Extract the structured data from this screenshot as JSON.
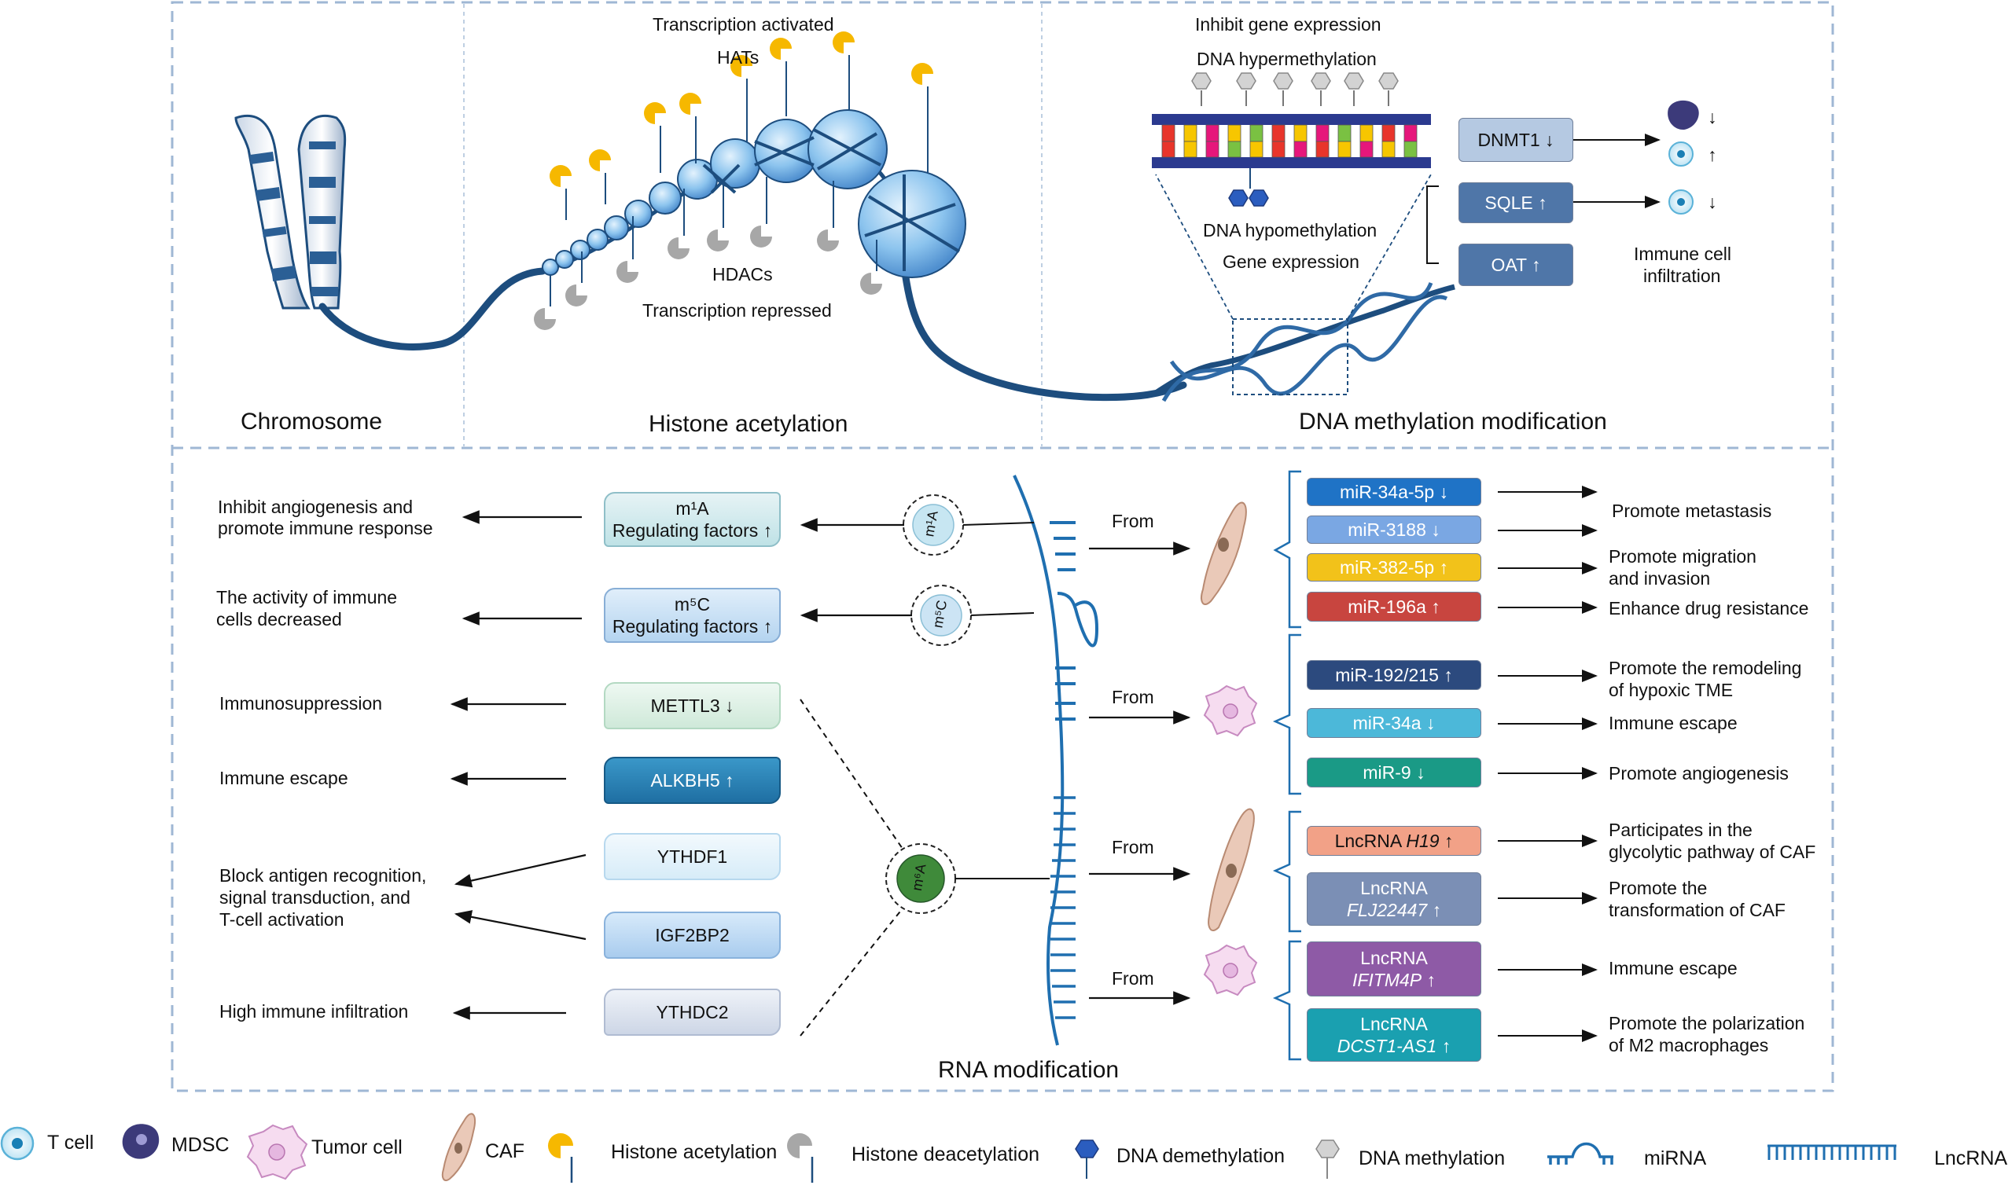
{
  "panels": {
    "chromosome": "Chromosome",
    "histone": "Histone acetylation",
    "dna": "DNA methylation modification",
    "rna": "RNA modification"
  },
  "histone": {
    "top1": "Transcription activated",
    "top2": "HATs",
    "bot1": "HDACs",
    "bot2": "Transcription repressed"
  },
  "dna": {
    "top1": "Inhibit gene expression",
    "top2": "DNA hypermethylation",
    "bot1": "DNA hypomethylation",
    "bot2": "Gene expression",
    "genes": [
      "DNMT1 ↓",
      "SQLE ↑",
      "OAT ↑"
    ],
    "infiltration": [
      "Immune cell",
      "infiltration"
    ],
    "arrows": [
      "↓",
      "↑",
      "↓"
    ]
  },
  "rna_mods": {
    "m1a_badge": "m¹A",
    "m5c_badge": "m⁵C",
    "m6a_badge": "m⁶A",
    "m1a_box": [
      "m¹A",
      "Regulating factors ↑"
    ],
    "m5c_box": [
      "m⁵C",
      "Regulating factors ↑"
    ],
    "m6a_boxes": [
      "METTL3 ↓",
      "ALKBH5 ↑",
      "YTHDF1",
      "IGF2BP2",
      "YTHDC2"
    ],
    "effects": {
      "m1a": [
        "Inhibit angiogenesis and",
        "promote immune response"
      ],
      "m5c": [
        "The activity of immune",
        "cells decreased"
      ],
      "mettl3": "Immunosuppression",
      "alkbh5": "Immune escape",
      "ythdf1": [
        "Block antigen recognition,",
        "signal transduction, and",
        "T-cell activation"
      ],
      "ythdc2": "High immune infiltration"
    }
  },
  "noncoding": {
    "from": "From",
    "mirna_caf": [
      {
        "label": "miR-34a-5p ↓",
        "color": "#1f73c6"
      },
      {
        "label": "miR-3188 ↓",
        "color": "#7aa7e3"
      },
      {
        "label": "miR-382-5p ↑",
        "color": "#f2c21a"
      },
      {
        "label": "miR-196a ↑",
        "color": "#c8453f"
      }
    ],
    "mirna_caf_effects": [
      "Promote metastasis",
      "Promote migration",
      "and invasion",
      "Enhance drug resistance"
    ],
    "mirna_tumor": [
      {
        "label": "miR-192/215 ↑",
        "color": "#2c4a7e"
      },
      {
        "label": "miR-34a ↓",
        "color": "#4cb8d9"
      },
      {
        "label": "miR-9 ↓",
        "color": "#1a9a86"
      }
    ],
    "mirna_tumor_effects": [
      [
        "Promote the remodeling",
        "of hypoxic TME"
      ],
      [
        "Immune escape"
      ],
      [
        "Promote angiogenesis"
      ]
    ],
    "lnc_caf": [
      {
        "line1": "LncRNA ",
        "line1_it": "H19",
        "line1_end": " ↑",
        "line2": "",
        "color": "#f2a187"
      },
      {
        "line1": "LncRNA",
        "line1_it": "",
        "line1_end": "",
        "line2": "FLJ22447",
        "line2_end": " ↑",
        "color": "#7b8fb5"
      }
    ],
    "lnc_caf_effects": [
      [
        "Participates in the",
        "glycolytic pathway of CAF"
      ],
      [
        "Promote the",
        "transformation of CAF"
      ]
    ],
    "lnc_tumor": [
      {
        "line1": "LncRNA",
        "line2": "IFITM4P",
        "line2_end": " ↑",
        "color": "#8e5aa6"
      },
      {
        "line1": "LncRNA",
        "line2": "DCST1-AS1",
        "line2_end": " ↑",
        "color": "#1aa0b0"
      }
    ],
    "lnc_tumor_effects": [
      [
        "Immune escape"
      ],
      [
        "Promote the polarization",
        "of M2 macrophages"
      ]
    ]
  },
  "legend": [
    "T cell",
    "MDSC",
    "Tumor cell",
    "CAF",
    "Histone acetylation",
    "Histone deacetylation",
    "DNA demethylation",
    "DNA methylation",
    "miRNA",
    "LncRNA"
  ],
  "colors": {
    "dashed_frame": "#9fb7d4",
    "navy": "#1d4d7e",
    "hat_yellow": "#f6b800",
    "hdac_grey": "#a7a7a7",
    "nucleosome_blue": "#8cc4ee"
  }
}
